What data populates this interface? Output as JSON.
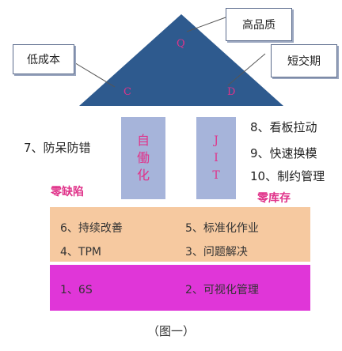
{
  "roof": {
    "apex_letter": "Q",
    "left_letter": "C",
    "right_letter": "D",
    "quality_label": "高品质",
    "cost_label": "低成本",
    "delivery_label": "短交期"
  },
  "pillars": {
    "left_chars": [
      "自",
      "働",
      "化"
    ],
    "right_chars": [
      "J",
      "I",
      "T"
    ]
  },
  "left_side": {
    "item": "7、防呆防错",
    "goal": "零缺陷"
  },
  "right_side": {
    "items": [
      "8、看板拉动",
      "9、快速换模",
      "10、制约管理"
    ],
    "goal": "零库存"
  },
  "foundation": {
    "orange_row1_left": "6、持续改善",
    "orange_row1_right": "5、标准化作业",
    "orange_row2_left": "4、TPM",
    "orange_row2_right": "3、问题解决",
    "purple_left": "1、6S",
    "purple_right": "2、可视化管理"
  },
  "caption": "（图一）",
  "colors": {
    "roof": "#2e5a8e",
    "pillar": "#a6b4da",
    "accent": "#e0338a",
    "orange_band": "#f6c9a0",
    "purple_band": "#e036d8"
  }
}
